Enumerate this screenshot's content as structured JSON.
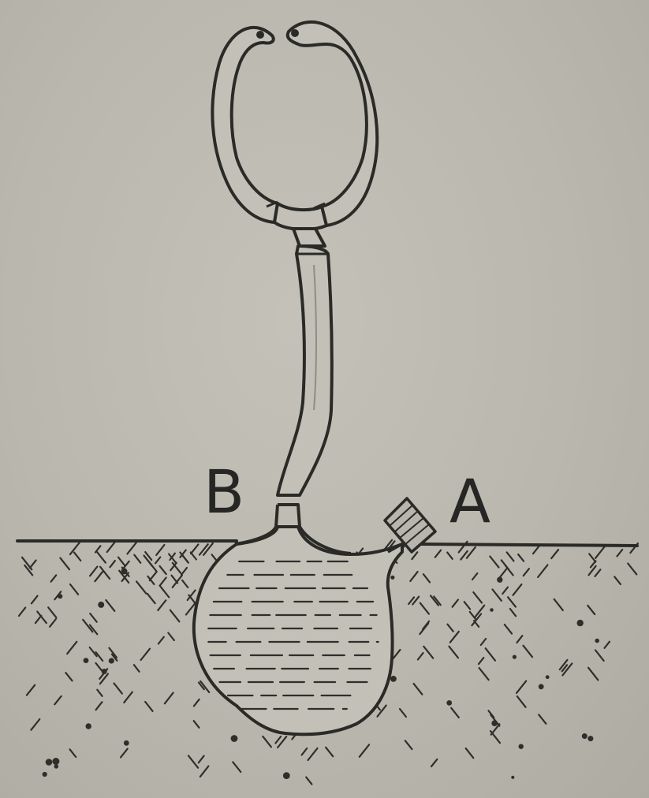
{
  "labels": {
    "left": "B",
    "right": "A"
  },
  "colors": {
    "background": "#bab8ae",
    "ink": "#2a2a27",
    "vessel_fill": "#c3c1b7",
    "soil_dark": "#2f2e2a"
  },
  "elements": [
    "split-ring-handle",
    "stem-tube",
    "flask-neck",
    "buried-flask-with-liquid",
    "side-spout-stopper",
    "ground-line",
    "hatched-soil"
  ]
}
